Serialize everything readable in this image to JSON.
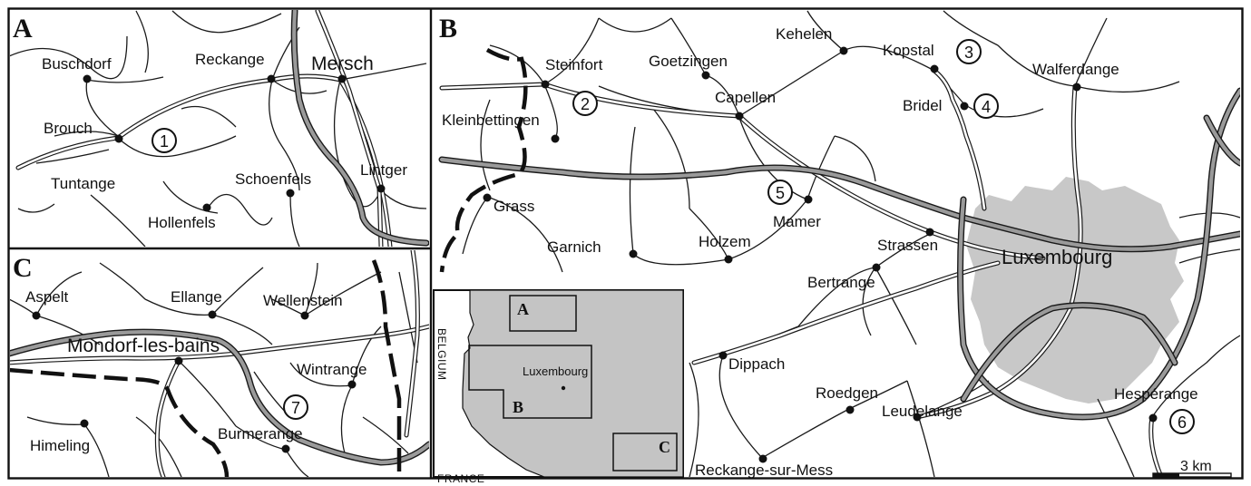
{
  "panels": {
    "a": "A",
    "b": "B",
    "c": "C"
  },
  "panel_a_places": {
    "buschdorf": "Buschdorf",
    "reckange": "Reckange",
    "mersch": "Mersch",
    "brouch": "Brouch",
    "tuntange": "Tuntange",
    "hollenfels": "Hollenfels",
    "schoenfels": "Schoenfels",
    "lintger": "Lintger"
  },
  "panel_b_places": {
    "steinfort": "Steinfort",
    "goetzingen": "Goetzingen",
    "kehelen": "Kehelen",
    "kopstal": "Kopstal",
    "walferdange": "Walferdange",
    "kleinbettingen": "Kleinbettingen",
    "capellen": "Capellen",
    "bridel": "Bridel",
    "grass": "Grass",
    "mamer": "Mamer",
    "garnich": "Garnich",
    "holzem": "Holzem",
    "strassen": "Strassen",
    "luxembourg": "Luxembourg",
    "bertrange": "Bertrange",
    "dippach": "Dippach",
    "roedgen": "Roedgen",
    "leudelange": "Leudelange",
    "hesperange": "Hespérange",
    "reckange_sur_mess": "Reckange-sur-Mess"
  },
  "panel_c_places": {
    "aspelt": "Aspelt",
    "ellange": "Ellange",
    "wellenstein": "Wellenstein",
    "mondorf": "Mondorf-les-bains",
    "wintrange": "Wintrange",
    "himeling": "Himeling",
    "burmerange": "Burmerange"
  },
  "sites": [
    "1",
    "2",
    "3",
    "4",
    "5",
    "6",
    "7"
  ],
  "inset": {
    "box_a": "A",
    "box_b": "B",
    "box_c": "C",
    "capital": "Luxembourg",
    "belgium": "BELGIUM",
    "france": "FRANCE"
  },
  "scale_bar": "3 km",
  "colors": {
    "urban_area": "#c8c8c8",
    "highway": "#9a9a9a",
    "country_fill": "#c4c4c4",
    "line": "#1a1a1a"
  }
}
